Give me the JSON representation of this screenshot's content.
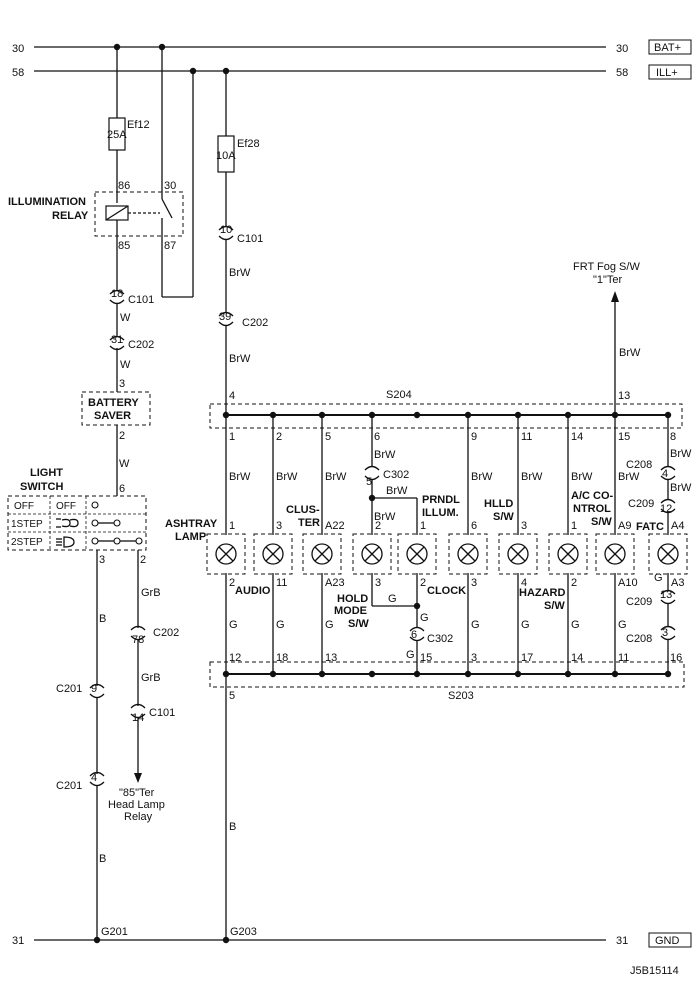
{
  "rails": {
    "bat_num": "30",
    "bat_tag": "BAT+",
    "ill_num": "58",
    "ill_tag": "ILL+",
    "gnd_num": "31",
    "gnd_tag": "GND"
  },
  "fuses": {
    "ef12_name": "Ef12",
    "ef12_rating": "25A",
    "ef28_name": "Ef28",
    "ef28_rating": "10A"
  },
  "relay": {
    "title_line1": "ILLUMINATION",
    "title_line2": "RELAY",
    "pin86": "86",
    "pin85": "85",
    "pin30": "30",
    "pin87": "87"
  },
  "connectors": {
    "c101": "C101",
    "c202": "C202",
    "c201": "C201",
    "c302": "C302",
    "c208": "C208",
    "c209": "C209"
  },
  "pins": {
    "c101_18": "18",
    "c202_31": "31",
    "c101_10": "10",
    "c202_39": "39",
    "saver_in": "3",
    "saver_out": "2",
    "switch_in": "6",
    "sw_out_3": "3",
    "sw_out_2": "2",
    "c202_78": "78",
    "c101_14": "14",
    "c201_9": "9",
    "c201_4": "4",
    "c302_5": "5",
    "c302_6": "6",
    "c208_4": "4",
    "c209_12": "12",
    "c209_13": "13",
    "c208_3": "3"
  },
  "wires": {
    "w": "W",
    "brw": "BrW",
    "b": "B",
    "g": "G",
    "grb": "GrB"
  },
  "battery_saver": {
    "line1": "BATTERY",
    "line2": "SAVER"
  },
  "light_switch": {
    "title_line1": "LIGHT",
    "title_line2": "SWITCH",
    "row1": "OFF",
    "row1b": "OFF",
    "row2": "1STEP",
    "row3": "2STEP"
  },
  "headlamp_relay": {
    "line1": "\"85\"Ter",
    "line2": "Head Lamp",
    "line3": "Relay"
  },
  "frt_fog": {
    "line1": "FRT Fog S/W",
    "line2": "\"1\"Ter"
  },
  "splices": {
    "s204": "S204",
    "s203": "S203",
    "s204_pin": "4",
    "s204_pin13": "13",
    "s203_pin": "5"
  },
  "grounds": {
    "g201": "G201",
    "g203": "G203"
  },
  "lamp_labels": {
    "ashtray_1": "ASHTRAY",
    "ashtray_2": "LAMP",
    "audio": "AUDIO",
    "cluster_1": "CLUS-",
    "cluster_2": "TER",
    "prndl_1": "PRNDL",
    "prndl_2": "ILLUM.",
    "hold_1": "HOLD",
    "hold_2": "MODE",
    "hold_3": "S/W",
    "clock": "CLOCK",
    "hlld_1": "HLLD",
    "hlld_2": "S/W",
    "hazard_1": "HAZARD",
    "hazard_2": "S/W",
    "ac_1": "A/C CO-",
    "ac_2": "NTROL",
    "ac_3": "S/W",
    "fatc": "FATC"
  },
  "lamp_pins": {
    "top": [
      "1",
      "3",
      "A22",
      "2",
      "1",
      "6",
      "3",
      "1",
      "A9",
      "A4"
    ],
    "bottom": [
      "2",
      "11",
      "A23",
      "3",
      "2",
      "3",
      "4",
      "2",
      "A10",
      "A3"
    ]
  },
  "splice_pins": {
    "s204": [
      "1",
      "2",
      "5",
      "6",
      "9",
      "11",
      "14",
      "15",
      "8"
    ],
    "s203": [
      "12",
      "18",
      "13",
      "15",
      "3",
      "17",
      "14",
      "11",
      "16"
    ]
  },
  "diagram_code": "J5B15114"
}
